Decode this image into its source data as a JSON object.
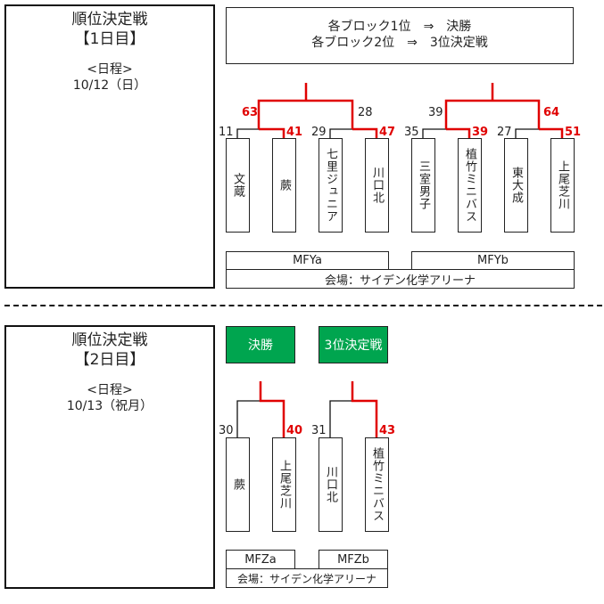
{
  "day1": {
    "title": "順位決定戦",
    "day": "【1日目】",
    "schedule_label": "<日程>",
    "date": "10/12（日）",
    "info": [
      "各ブロック1位　⇒　決勝",
      "各ブロック2位　⇒　3位決定戦"
    ],
    "teams": [
      "文蔵",
      "蕨",
      "七里ジュニア",
      "川口北",
      "三室男子",
      "植竹ミニバス",
      "東大成",
      "上尾芝川"
    ],
    "first_round_scores": [
      "11",
      "41",
      "29",
      "47",
      "35",
      "39",
      "27",
      "51"
    ],
    "semi_scores": [
      "63",
      "28",
      "39",
      "64"
    ],
    "courts": [
      "MFYa",
      "MFYb"
    ],
    "venue": "会場：サイデン化学アリーナ"
  },
  "day2": {
    "title": "順位決定戦",
    "day": "【2日目】",
    "schedule_label": "<日程>",
    "date": "10/13（祝月）",
    "games": [
      "決勝",
      "3位決定戦"
    ],
    "teams": [
      "蕨",
      "上尾芝川",
      "川口北",
      "植竹ミニバス"
    ],
    "scores": [
      "30",
      "40",
      "31",
      "43"
    ],
    "courts": [
      "MFZa",
      "MFZb"
    ],
    "venue": "会場：サイデン化学アリーナ"
  },
  "colors": {
    "win": "#e00000",
    "green": "#00a54f"
  }
}
